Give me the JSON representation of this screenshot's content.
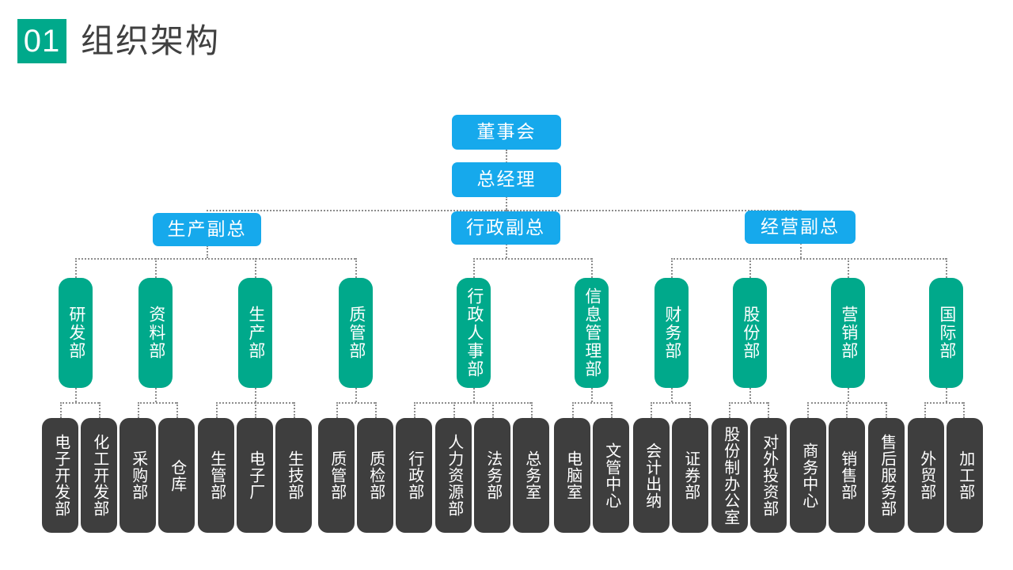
{
  "header": {
    "number": "01",
    "title": "组织架构"
  },
  "colors": {
    "accent_green": "#00A98B",
    "accent_blue": "#16A9EC",
    "dark_box": "#3E3E3E",
    "title_text": "#404040",
    "connector": "#8d8d8d",
    "background": "#FFFFFF"
  },
  "chart_data": {
    "type": "diagram",
    "title": "组织架构",
    "levels": 4,
    "nodes": {
      "board": {
        "label": "董事会",
        "level": 1,
        "style": "blue"
      },
      "gm": {
        "label": "总经理",
        "level": 2,
        "style": "blue"
      },
      "vp": [
        {
          "label": "生产副总",
          "style": "blue"
        },
        {
          "label": "行政副总",
          "style": "blue"
        },
        {
          "label": "经营副总",
          "style": "blue"
        }
      ],
      "departments": [
        {
          "label": "研发部",
          "style": "green",
          "parent": "生产副总"
        },
        {
          "label": "资料部",
          "style": "green",
          "parent": "生产副总"
        },
        {
          "label": "生产部",
          "style": "green",
          "parent": "生产副总"
        },
        {
          "label": "质管部",
          "style": "green",
          "parent": "生产副总"
        },
        {
          "label": "行政人事部",
          "style": "green",
          "parent": "行政副总"
        },
        {
          "label": "信息管理部",
          "style": "green",
          "parent": "行政副总"
        },
        {
          "label": "财务部",
          "style": "green",
          "parent": "经营副总"
        },
        {
          "label": "股份部",
          "style": "green",
          "parent": "经营副总"
        },
        {
          "label": "营销部",
          "style": "green",
          "parent": "经营副总"
        },
        {
          "label": "国际部",
          "style": "green",
          "parent": "经营副总"
        }
      ],
      "units": [
        {
          "label": "电子开发部",
          "style": "dark",
          "parent": "研发部"
        },
        {
          "label": "化工开发部",
          "style": "dark",
          "parent": "研发部"
        },
        {
          "label": "采购部",
          "style": "dark",
          "parent": "资料部"
        },
        {
          "label": "仓库",
          "style": "dark",
          "parent": "资料部"
        },
        {
          "label": "生管部",
          "style": "dark",
          "parent": "生产部"
        },
        {
          "label": "电子厂",
          "style": "dark",
          "parent": "生产部"
        },
        {
          "label": "生技部",
          "style": "dark",
          "parent": "生产部"
        },
        {
          "label": "质管部",
          "style": "dark",
          "parent": "质管部"
        },
        {
          "label": "质检部",
          "style": "dark",
          "parent": "质管部"
        },
        {
          "label": "行政部",
          "style": "dark",
          "parent": "行政人事部"
        },
        {
          "label": "人力资源部",
          "style": "dark",
          "parent": "行政人事部"
        },
        {
          "label": "法务部",
          "style": "dark",
          "parent": "行政人事部"
        },
        {
          "label": "总务室",
          "style": "dark",
          "parent": "行政人事部"
        },
        {
          "label": "电脑室",
          "style": "dark",
          "parent": "信息管理部"
        },
        {
          "label": "文管中心",
          "style": "dark",
          "parent": "信息管理部"
        },
        {
          "label": "会计出纳",
          "style": "dark",
          "parent": "财务部"
        },
        {
          "label": "证券部",
          "style": "dark",
          "parent": "财务部"
        },
        {
          "label": "股份制办公室",
          "style": "dark",
          "parent": "股份部"
        },
        {
          "label": "对外投资部",
          "style": "dark",
          "parent": "股份部"
        },
        {
          "label": "商务中心",
          "style": "dark",
          "parent": "营销部"
        },
        {
          "label": "销售部",
          "style": "dark",
          "parent": "营销部"
        },
        {
          "label": "售后服务部",
          "style": "dark",
          "parent": "营销部"
        },
        {
          "label": "外贸部",
          "style": "dark",
          "parent": "国际部"
        },
        {
          "label": "加工部",
          "style": "dark",
          "parent": "国际部"
        }
      ]
    }
  }
}
